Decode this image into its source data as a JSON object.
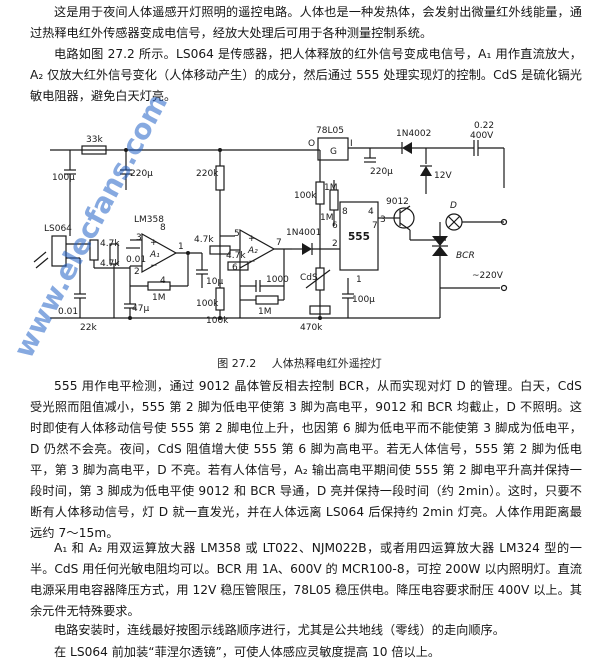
{
  "paragraphs": {
    "p1": "这是用于夜间人体遥感开灯照明的遥控电路。人体也是一种发热体，会发射出微量红外线能量，通过热释电红外传感器变成电信号，经放大处理后可用于各种测量控制系统。",
    "p2": "电路如图 27.2 所示。LS064 是传感器，把人体释放的红外信号变成电信号，A₁ 用作直流放大，A₂ 仅放大红外信号变化（人体移动产生）的成分，然后通过 555 处理实现灯的控制。CdS 是硫化镉光敏电阻器，避免白天灯亮。",
    "p3": "555 用作电平检测，通过 9012 晶体管反相去控制 BCR，从而实现对灯 D 的管理。白天，CdS 受光照而阻值减小，555 第 2 脚为低电平使第 3 脚为高电平，9012 和 BCR 均截止，D 不照明。这时即使有人体移动信号使 555 第 2 脚电位上升，也因第 6 脚为低电平而不能使第 3 脚成为低电平，D 仍然不会亮。夜间，CdS 阻值增大使 555 第 6 脚为高电平。若无人体信号，555 第 2 脚为低电平，第 3 脚为高电平，D 不亮。若有人体信号，A₂ 输出高电平期间使 555 第 2 脚电平升高并保持一段时间，第 3 脚成为低电平使 9012 和 BCR 导通，D 亮并保持一段时间（约 2min）。这时，只要不断有人体移动信号，灯 D 就一直发光，并在人体远离 LS064 后保持约 2min 灯亮。人体作用距离最远约 7～15m。",
    "p4": "A₁ 和 A₂ 用双运算放大器 LM358 或 LT022、NJM022B，或者用四运算放大器 LM324 型的一半。CdS 用任何光敏电阻均可以。BCR 用 1A、600V 的 MCR100-8，可控 200W 以内照明灯。直流电源采用电容器降压方式，用 12V 稳压管限压，78L05 稳压供电。降压电容要求耐压 400V 以上。其余元件无特殊要求。",
    "p5": "电路安装时，连线最好按图示线路顺序进行，尤其是公共地线（零线）的走向顺序。",
    "p6": "在 LS064 前加装“菲涅尔透镜”，可使人体感应灵敏度提高 10 倍以上。"
  },
  "caption": {
    "figure": "图 27.2",
    "title": "人体热释电红外遥控灯"
  },
  "circuit_labels": {
    "r33k": "33k",
    "c100u_a": "100μ",
    "c220u_a": "220μ",
    "r220k": "220k",
    "lm358": "LM358",
    "ls064": "LS064",
    "r47k_a": "4.7k",
    "r47k_b": "4.7k",
    "r47k_c": "4.7k",
    "r47k_d": "4.7k",
    "r1m_a": "1M",
    "c10u": "10μ",
    "c47u": "47μ",
    "c001_a": "0.01",
    "c001_b": "0.01",
    "r22k": "22k",
    "r100k_a": "100k",
    "r100k_b": "100k",
    "r1m_b": "1M",
    "r1m_c": "1M",
    "c1000": "1000",
    "n1n4001": "1N4001",
    "cds": "CdS",
    "r470k": "470k",
    "c100u_b": "100μ",
    "ic555": "555",
    "q9012": "9012",
    "reg": "78L05",
    "reg_pin": "G",
    "reg_i": "I",
    "reg_o": "O",
    "c220u_b": "220μ",
    "d1n4002": "1N4002",
    "c022": "0.22",
    "v400": "400V",
    "z12v": "12V",
    "lamp": "D",
    "bcr": "BCR",
    "mains": "~220V",
    "a1": "A₁",
    "a2": "A₂",
    "pin1": "1",
    "pin2": "2",
    "pin3": "3",
    "pin5": "5",
    "pin6": "6",
    "pin7": "7",
    "pin8": "8",
    "pin4": "4",
    "pin555_8": "8",
    "pin555_4": "4",
    "pin555_1": "1",
    "pin555_2": "2",
    "pin555_6": "6",
    "pin555_7": "7",
    "pin555_3": "3"
  },
  "watermark": {
    "text": "www.elecfans.com"
  }
}
